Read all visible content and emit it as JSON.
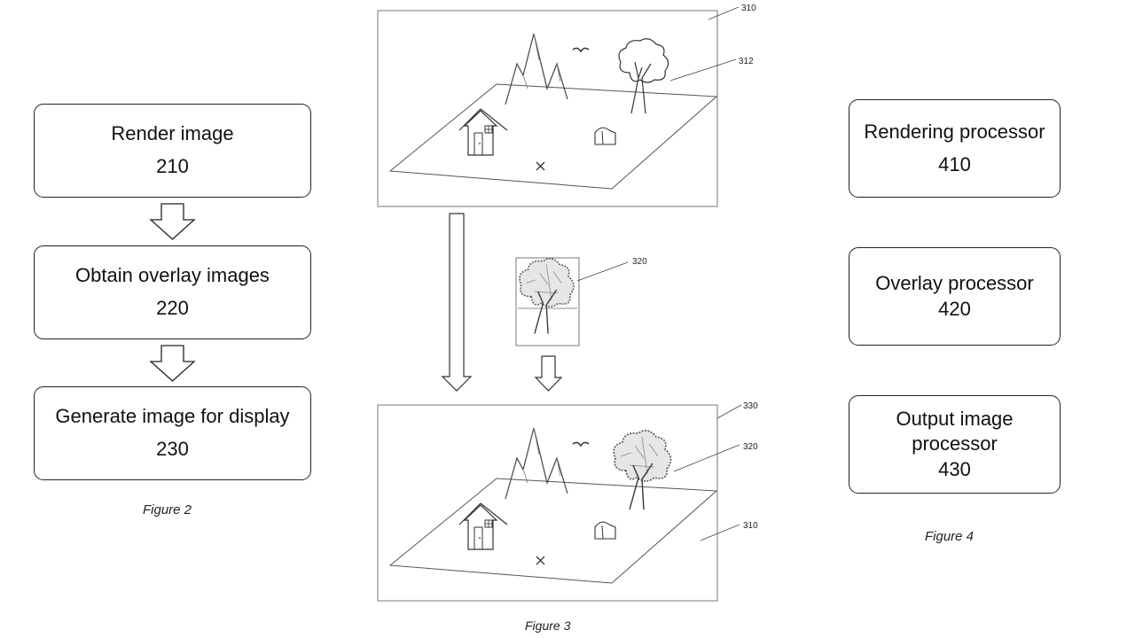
{
  "figure2": {
    "caption": "Figure 2",
    "steps": [
      {
        "label": "Render image",
        "number": "210"
      },
      {
        "label": "Obtain overlay images",
        "number": "220"
      },
      {
        "label": "Generate image for display",
        "number": "230"
      }
    ]
  },
  "figure3": {
    "caption": "Figure 3",
    "labels": {
      "top_frame": "310",
      "top_tree": "312",
      "overlay_image": "320",
      "bottom_frame": "330",
      "bottom_overlay": "320",
      "bottom_scene": "310"
    }
  },
  "figure4": {
    "caption": "Figure 4",
    "processors": [
      {
        "label": "Rendering processor",
        "number": "410"
      },
      {
        "label": "Overlay processor",
        "number": "420"
      },
      {
        "label": "Output image processor",
        "number": "430"
      }
    ]
  }
}
